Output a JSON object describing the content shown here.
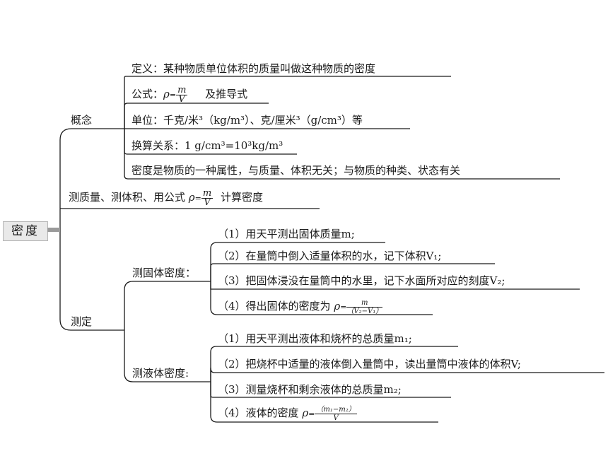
{
  "root": "密度",
  "concept": {
    "label": "概念",
    "definition": "定义：某种物质单位体积的质量叫做这种物质的密度",
    "formula_prefix": "公式：",
    "formula_rho": "ρ",
    "formula_eq": "=",
    "formula_num": "m",
    "formula_den": "V",
    "formula_suffix": "及推导式",
    "units": "单位：千克/米³（kg/m³）、克/厘米³（g/cm³）等",
    "conversion": "换算关系：1 g/cm³=10³kg/m³",
    "property": "密度是物质的一种属性，与质量、体积无关；与物质的种类、状态有关"
  },
  "method": {
    "prefix": "测质量、测体积、用公式",
    "rho": "ρ",
    "eq": "=",
    "num": "m",
    "den": "V",
    "suffix": "计算密度"
  },
  "measure": {
    "label": "测定",
    "solid": {
      "label": "测固体密度：",
      "step1": "（1）用天平测出固体质量m;",
      "step2": "（2）在量筒中倒入适量体积的水，记下体积V₁;",
      "step3": "（3）把固体浸没在量筒中的水里，记下水面所对应的刻度V₂;",
      "step4_prefix": "（4）得出固体的密度为",
      "step4_rho": "ρ",
      "step4_eq": "=",
      "step4_num": "m",
      "step4_den": "（V₂−V₁）"
    },
    "liquid": {
      "label": "测液体密度:",
      "step1": "（1）用天平测出液体和烧杯的总质量m₁;",
      "step2": "（2）把烧杯中适量的液体倒入量筒中，读出量筒中液体的体积V;",
      "step3": "（3）测量烧杯和剩余液体的总质量m₂;",
      "step4_prefix": "（4）液体的密度",
      "step4_rho": "ρ",
      "step4_eq": "=",
      "step4_num": "（m₁−m₂）",
      "step4_den": "V"
    }
  }
}
